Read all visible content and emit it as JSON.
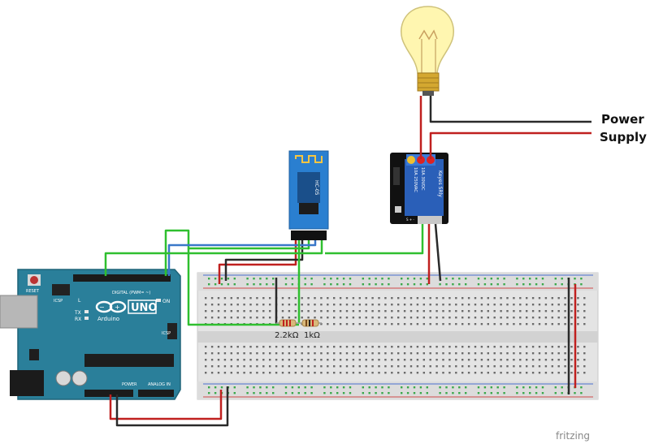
{
  "labels": {
    "power_supply_line1": "Power",
    "power_supply_line2": "Supply",
    "resistor_1": "2.2kΩ",
    "resistor_2": "1kΩ",
    "watermark": "fritzing"
  },
  "arduino": {
    "brand": "Arduino",
    "model": "UNO",
    "reset_label": "RESET",
    "icsp_label": "ICSP",
    "icsp2_label": "ICSP",
    "on_label": "ON",
    "tx_label": "TX",
    "rx_label": "RX",
    "l_label": "L",
    "digital_label": "DIGITAL (PWM= ~)",
    "power_label": "POWER",
    "analog_label": "ANALOG IN"
  },
  "bt_module": {
    "name": "HC-05"
  },
  "relay": {
    "brand": "Keyes SRly",
    "spec_1": "10A 250VAC",
    "spec_2": "10A 30VDC",
    "pins": "S + -"
  },
  "colors": {
    "wire_red": "#c0201f",
    "wire_black": "#2a2a2a",
    "wire_green": "#2fbf2f",
    "wire_blue": "#3a78c9",
    "arduino_blue": "#2a7f9a",
    "breadboard": "#e6e6e6",
    "relay_blue": "#2a5fb8",
    "bt_blue": "#2a7fd0"
  }
}
